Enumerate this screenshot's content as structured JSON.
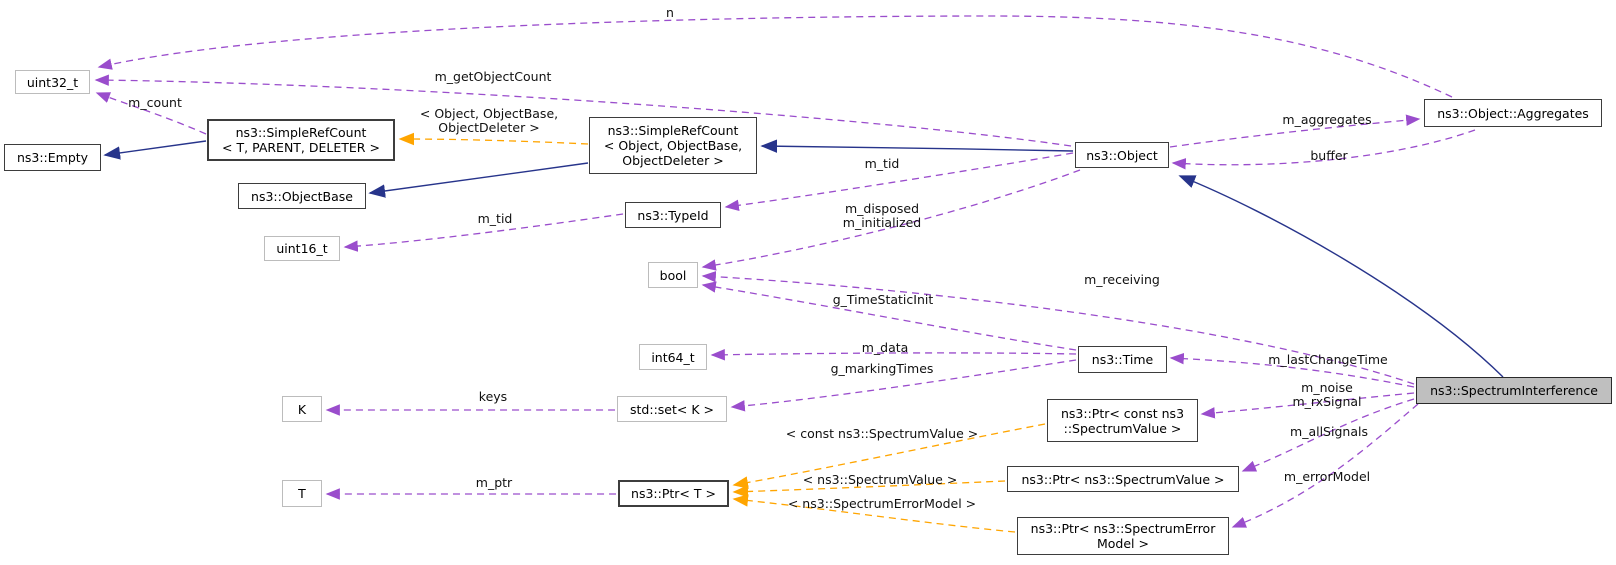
{
  "diagram_type": "doxygen-collaboration-graph",
  "colors": {
    "usage_edge": "#9a4dcc",
    "template_edge": "#ffa500",
    "inheritance_edge": "#27348b",
    "main_node_fill": "#bfbfbf",
    "node_border": "#3d3d3d",
    "undocumented_node_border": "#bcbcbc"
  },
  "nodes": {
    "uint32": "uint32_t",
    "empty": "ns3::Empty",
    "src_t": "ns3::SimpleRefCount\n< T, PARENT, DELETER >",
    "src_obj": "ns3::SimpleRefCount\n< Object, ObjectBase,\nObjectDeleter >",
    "objectbase": "ns3::ObjectBase",
    "uint16": "uint16_t",
    "typeid": "ns3::TypeId",
    "object": "ns3::Object",
    "aggregates": "ns3::Object::Aggregates",
    "bool": "bool",
    "int64": "int64_t",
    "time": "ns3::Time",
    "k": "K",
    "set_k": "std::set< K >",
    "t": "T",
    "ptr_t": "ns3::Ptr< T >",
    "ptr_const_sv": "ns3::Ptr< const ns3\n::SpectrumValue >",
    "ptr_sv": "ns3::Ptr< ns3::SpectrumValue >",
    "ptr_sem": "ns3::Ptr< ns3::SpectrumError\nModel >",
    "spectrum_interference": "ns3::SpectrumInterference"
  },
  "edge_labels": {
    "n": "n",
    "m_getObjectCount": "m_getObjectCount",
    "m_count": "m_count",
    "tpl_src": "< Object, ObjectBase,\nObjectDeleter >",
    "m_tid_typeid": "m_tid",
    "m_tid_object": "m_tid",
    "m_disposed_initialized": "m_disposed\nm_initialized",
    "m_aggregates": "m_aggregates",
    "buffer": "buffer",
    "m_receiving": "m_receiving",
    "g_TimeStaticInit": "g_TimeStaticInit",
    "m_data": "m_data",
    "g_markingTimes": "g_markingTimes",
    "keys": "keys",
    "m_ptr": "m_ptr",
    "m_lastChangeTime": "m_lastChangeTime",
    "m_noise_rxSignal": "m_noise\nm_rxSignal",
    "m_allSignals": "m_allSignals",
    "m_errorModel": "m_errorModel",
    "tpl_const_sv": "< const ns3::SpectrumValue >",
    "tpl_sv": "< ns3::SpectrumValue >",
    "tpl_sem": "< ns3::SpectrumErrorModel >"
  }
}
